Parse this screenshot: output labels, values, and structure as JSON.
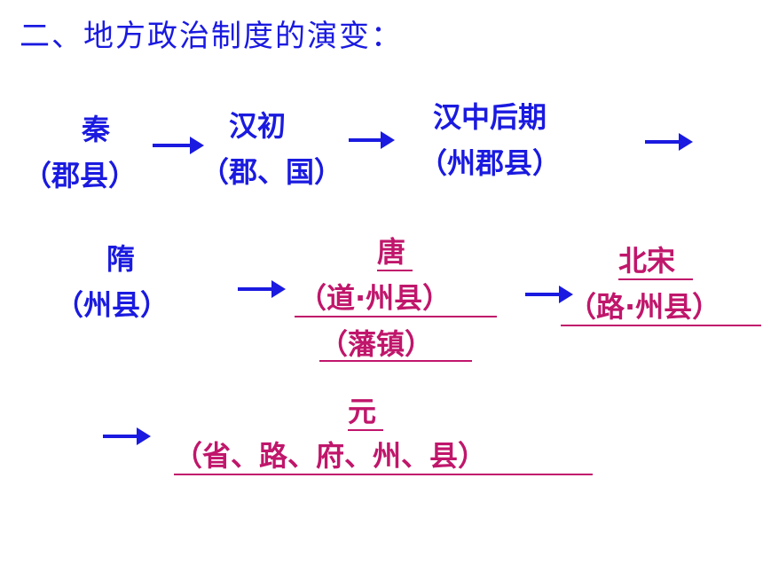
{
  "title": "二、地方政治制度的演变：",
  "stages": [
    {
      "name": "秦",
      "system": "（郡县）"
    },
    {
      "name": "汉初",
      "system": "（郡、国）"
    },
    {
      "name": "汉中后期",
      "system": "（州郡县）"
    },
    {
      "name": "隋",
      "system": "（州县）"
    },
    {
      "name": "唐",
      "system": "（道·州县）",
      "extra": "（藩镇）"
    },
    {
      "name": "北宋",
      "system": "（路·州县）"
    },
    {
      "name": "元",
      "system": "（省、路、府、州、县）"
    }
  ],
  "colors": {
    "blue": "#1a1ae0",
    "magenta": "#c0166b"
  },
  "icons": [
    "right-arrow-icon"
  ]
}
